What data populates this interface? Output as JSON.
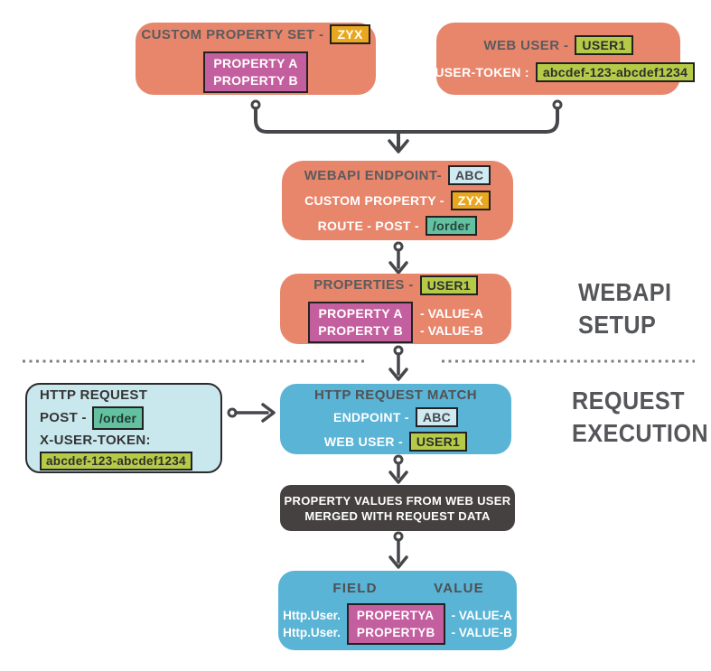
{
  "colors": {
    "salmon": "#E8866C",
    "blue": "#59B4D6",
    "light_blue_box": "#C9E8EE",
    "dark_box": "#454140",
    "magenta_badge": "#C45F9F",
    "orange_badge": "#E9A71F",
    "green_badge": "#B5CB48",
    "teal_badge": "#63C1A0",
    "pale_blue_badge": "#CFEAF2",
    "title_text": "#55565A",
    "arrow": "#45474A"
  },
  "setup": {
    "custom_property_set": {
      "title": "CUSTOM PROPERTY SET -",
      "badge": "ZYX",
      "prop_a": "PROPERTY A",
      "prop_b": "PROPERTY B"
    },
    "web_user": {
      "title": "WEB USER -",
      "badge": "USER1",
      "token_label": "X-USER-TOKEN :",
      "token_value": "abcdef-123-abcdef1234"
    },
    "endpoint": {
      "title": "WEBAPI ENDPOINT-",
      "title_badge": "ABC",
      "line2_label": "CUSTOM PROPERTY -",
      "line2_badge": "ZYX",
      "line3_label": "ROUTE - POST -",
      "line3_badge": "/order"
    },
    "properties": {
      "title": "PROPERTIES -",
      "badge": "USER1",
      "prop_a": "PROPERTY A",
      "prop_b": "PROPERTY B",
      "val_a": "- VALUE-A",
      "val_b": "- VALUE-B"
    },
    "section_label_line1": "WEBAPI",
    "section_label_line2": "SETUP"
  },
  "execution": {
    "http_request": {
      "title": "HTTP REQUEST",
      "method_label": "POST -",
      "route_badge": "/order",
      "token_label": "X-USER-TOKEN:",
      "token_value": "abcdef-123-abcdef1234"
    },
    "request_match": {
      "title": "HTTP REQUEST MATCH",
      "endpoint_label": "ENDPOINT -",
      "endpoint_badge": "ABC",
      "user_label": "WEB USER -",
      "user_badge": "USER1"
    },
    "merge_note": {
      "line1": "PROPERTY VALUES FROM WEB USER",
      "line2": "MERGED WITH REQUEST DATA"
    },
    "field_table": {
      "field_header": "FIELD",
      "value_header": "VALUE",
      "rows": [
        {
          "prefix": "Http.User.",
          "field": "PROPERTYA",
          "value": "- VALUE-A"
        },
        {
          "prefix": "Http.User.",
          "field": "PROPERTYB",
          "value": "- VALUE-B"
        }
      ]
    },
    "section_label_line1": "REQUEST",
    "section_label_line2": "EXECUTION"
  }
}
